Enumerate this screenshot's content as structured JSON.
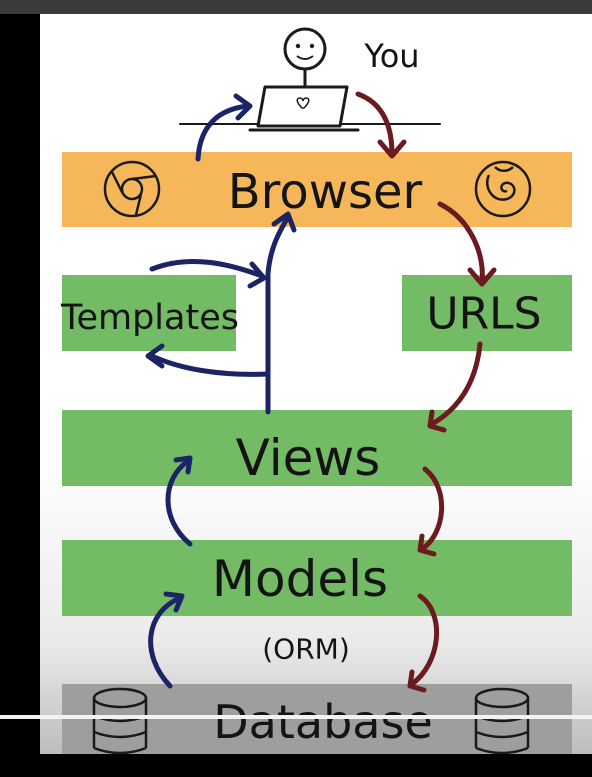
{
  "diagram": {
    "actor_label": "You",
    "boxes": {
      "browser": {
        "label": "Browser",
        "color": "#f6b75a"
      },
      "templates": {
        "label": "Templates",
        "color": "#74bb65"
      },
      "urls": {
        "label": "URLS",
        "color": "#74bb65"
      },
      "views": {
        "label": "Views",
        "color": "#74bb65"
      },
      "models": {
        "label": "Models",
        "color": "#74bb65",
        "sublabel": "(ORM)"
      },
      "database": {
        "label": "Database",
        "color": "#9e9e9e"
      }
    },
    "arrow_colors": {
      "request": "#6b1a1f",
      "response": "#1c2466"
    },
    "icons": [
      "chrome-icon",
      "firefox-icon",
      "database-icon",
      "heart-icon"
    ]
  },
  "player": {
    "progress_fraction": 1.0
  }
}
